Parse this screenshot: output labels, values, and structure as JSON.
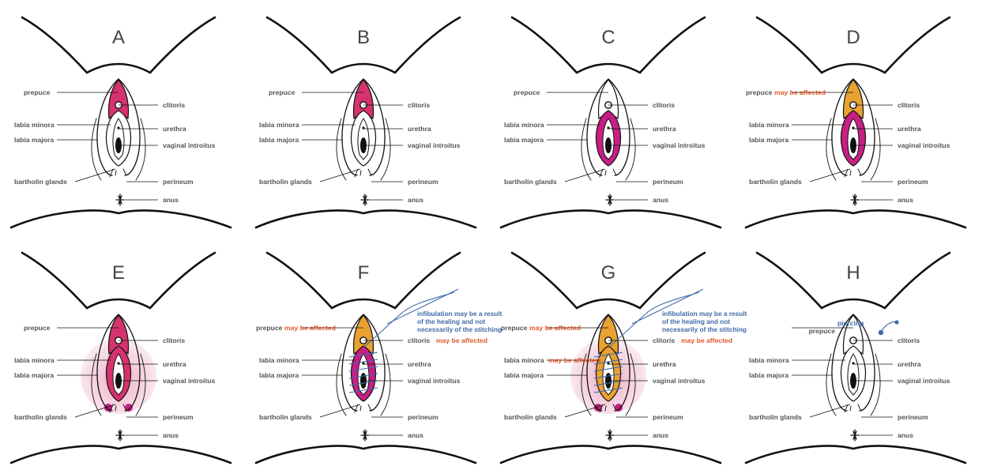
{
  "colors": {
    "clitoris_prepuce_highlight": "#d6336e",
    "labia_minora_highlight": "#c81f84",
    "labia_majora_highlight": "#ecaac4",
    "affected_orange": "#e9a230",
    "stitching_blue": "#3f6aa8",
    "affected_text": "#e2582b",
    "label_text": "#555555"
  },
  "panels": [
    {
      "letter": "A",
      "labels": {
        "prepuce": "prepuce",
        "clitoris": "clitoris",
        "labia_minora": "labia minora",
        "urethra": "urethra",
        "labia_majora": "labia majora",
        "vaginal_introitus": "vaginal introitus",
        "bartholin_glands": "bartholin glands",
        "perineum": "perineum",
        "anus": "anus"
      }
    },
    {
      "letter": "B",
      "labels": {
        "prepuce": "prepuce",
        "clitoris": "clitoris",
        "labia_minora": "labia minora",
        "urethra": "urethra",
        "labia_majora": "labia majora",
        "vaginal_introitus": "vaginal introitus",
        "bartholin_glands": "bartholin glands",
        "perineum": "perineum",
        "anus": "anus"
      }
    },
    {
      "letter": "C",
      "labels": {
        "prepuce": "prepuce",
        "clitoris": "clitoris",
        "labia_minora": "labia minora",
        "urethra": "urethra",
        "labia_majora": "labia majora",
        "vaginal_introitus": "vaginal introitus",
        "bartholin_glands": "bartholin glands",
        "perineum": "perineum",
        "anus": "anus"
      }
    },
    {
      "letter": "D",
      "labels": {
        "prepuce": "prepuce",
        "prepuce_note": "may be affected",
        "clitoris": "clitoris",
        "labia_minora": "labia minora",
        "urethra": "urethra",
        "labia_majora": "labia majora",
        "vaginal_introitus": "vaginal introitus",
        "bartholin_glands": "bartholin glands",
        "perineum": "perineum",
        "anus": "anus"
      }
    },
    {
      "letter": "E",
      "labels": {
        "prepuce": "prepuce",
        "clitoris": "clitoris",
        "labia_minora": "labia minora",
        "urethra": "urethra",
        "labia_majora": "labia majora",
        "vaginal_introitus": "vaginal introitus",
        "bartholin_glands": "bartholin glands",
        "perineum": "perineum",
        "anus": "anus"
      }
    },
    {
      "letter": "F",
      "labels": {
        "prepuce": "prepuce",
        "prepuce_note": "may be affected",
        "clitoris": "clitoris",
        "clitoris_note": "may be affected",
        "labia_minora": "labia minora",
        "urethra": "urethra",
        "labia_majora": "labia majora",
        "vaginal_introitus": "vaginal introitus",
        "bartholin_glands": "bartholin glands",
        "perineum": "perineum",
        "anus": "anus"
      },
      "infibulation_note": [
        "infibulation may be a result",
        "of the healing and not",
        "necessarily of the stitching"
      ]
    },
    {
      "letter": "G",
      "labels": {
        "prepuce": "prepuce",
        "prepuce_note": "may be affected",
        "clitoris": "clitoris",
        "clitoris_note": "may be affected",
        "labia_minora": "labia minora",
        "labia_minora_note": "may be affected",
        "urethra": "urethra",
        "labia_majora": "labia majora",
        "vaginal_introitus": "vaginal introitus",
        "bartholin_glands": "bartholin glands",
        "perineum": "perineum",
        "anus": "anus"
      },
      "infibulation_note": [
        "infibulation may be a result",
        "of the healing and not",
        "necessarily of the stitching"
      ]
    },
    {
      "letter": "H",
      "labels": {
        "piercing": "piercing",
        "prepuce": "prepuce",
        "clitoris": "clitoris",
        "labia_minora": "labia minora",
        "urethra": "urethra",
        "labia_majora": "labia majora",
        "vaginal_introitus": "vaginal introitus",
        "bartholin_glands": "bartholin glands",
        "perineum": "perineum",
        "anus": "anus"
      }
    }
  ]
}
